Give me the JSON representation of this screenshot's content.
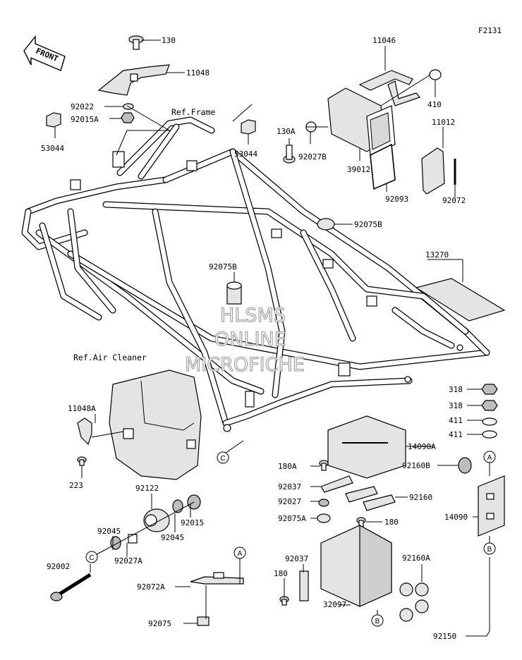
{
  "figure_code": "F2131",
  "front_label": "FRONT",
  "refs": {
    "frame": "Ref.Frame",
    "air_cleaner": "Ref.Air Cleaner"
  },
  "watermark": [
    "HLSMS",
    "ONLINE",
    "MICROFICHE"
  ],
  "callouts": {
    "a": "A",
    "b": "B",
    "c": "C"
  },
  "parts": {
    "p130": "130",
    "p11048": "11048",
    "p92022": "92022",
    "p92015A": "92015A",
    "p53044_left": "53044",
    "p53044_mid": "53044",
    "p11046": "11046",
    "p410": "410",
    "p130A": "130A",
    "p92027B": "92027B",
    "p39012": "39012",
    "p92093": "92093",
    "p11012": "11012",
    "p92072": "92072",
    "p92075B_top": "92075B",
    "p92075B_mid": "92075B",
    "p13270": "13270",
    "p318_a": "318",
    "p318_b": "318",
    "p411_a": "411",
    "p411_b": "411",
    "p14090A": "14090A",
    "p11048A": "11048A",
    "p223": "223",
    "p180A": "180A",
    "p92160B": "92160B",
    "p92037_top": "92037",
    "p92027": "92027",
    "p92160": "92160",
    "p92075A": "92075A",
    "p180_right": "180",
    "p14090": "14090",
    "p92122": "92122",
    "p92045_a": "92045",
    "p92045_b": "92045",
    "p92015": "92015",
    "p92002": "92002",
    "p92027A": "92027A",
    "p92037_low": "92037",
    "p92160A": "92160A",
    "p180_left": "180",
    "p92072A": "92072A",
    "p92075": "92075",
    "p32097": "32097",
    "p92150": "92150"
  }
}
